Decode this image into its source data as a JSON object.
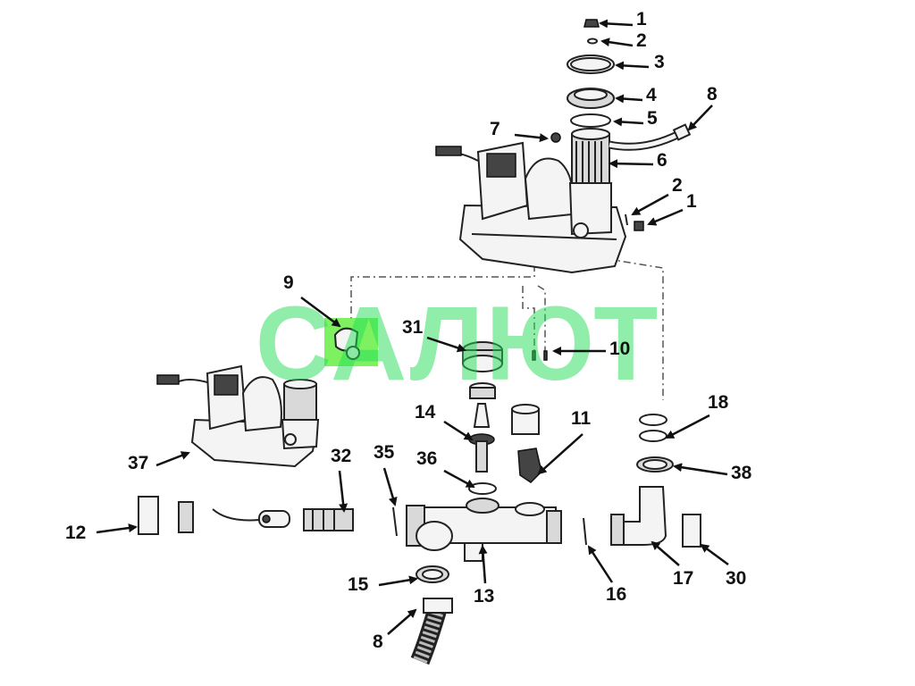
{
  "watermark": {
    "text": "САЛЮТ",
    "color": "#22dd55"
  },
  "highlight_color": "#66ee44",
  "callouts": [
    "1",
    "2",
    "3",
    "4",
    "5",
    "8",
    "7",
    "6",
    "2",
    "1",
    "9",
    "31",
    "10",
    "18",
    "14",
    "11",
    "37",
    "38",
    "32",
    "35",
    "36",
    "12",
    "13",
    "16",
    "17",
    "30",
    "15",
    "8"
  ]
}
